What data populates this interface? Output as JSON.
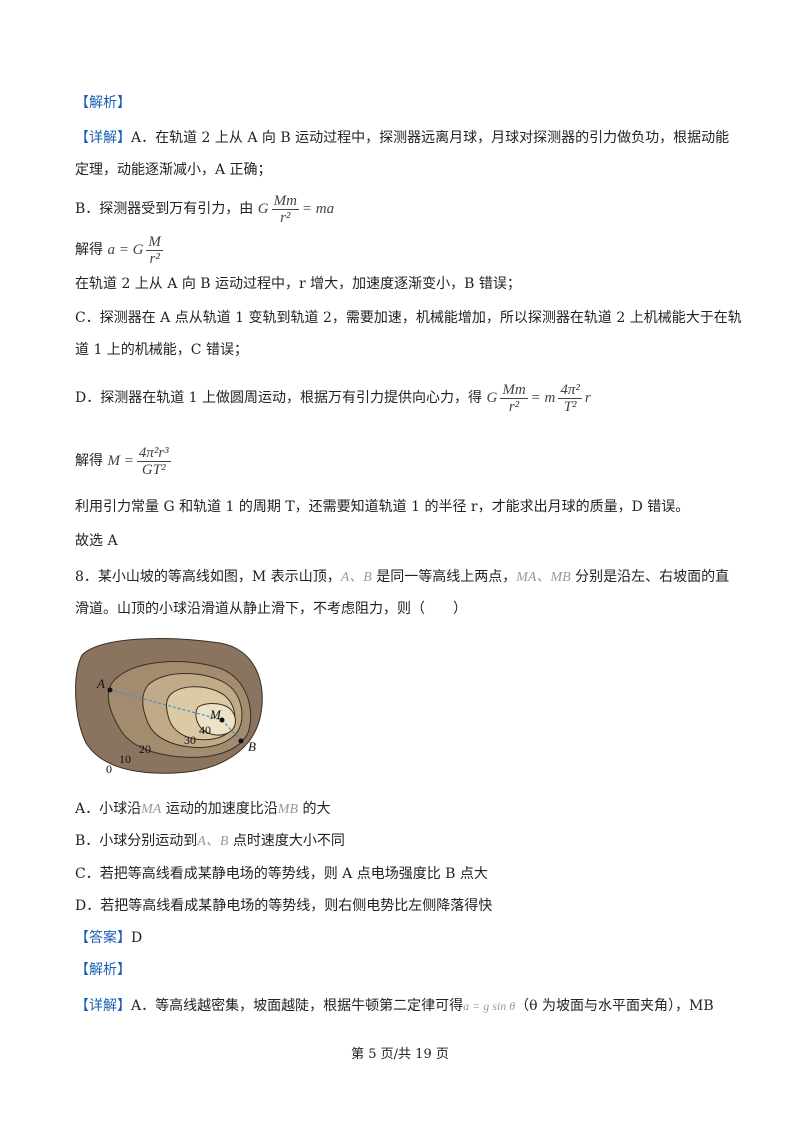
{
  "section1": {
    "jiexi_tag": "【解析】",
    "detail_tag": "【详解】",
    "a_line1": "A．在轨道 2 上从 A 向 B 运动过程中，探测器远离月球，月球对探测器的引力做负功，根据动能",
    "a_line2": "定理，动能逐渐减小，A 正确；",
    "b_prefix": "B．探测器受到万有引力，由",
    "b_eq": {
      "g": "G",
      "num": "Mm",
      "den": "r²",
      "rhs": "= ma"
    },
    "jiede1_prefix": "解得",
    "jiede1_eq": {
      "lhs": "a = G",
      "num": "M",
      "den": "r²"
    },
    "b_conclusion": "在轨道 2 上从 A 向 B 运动过程中，r 增大，加速度逐渐变小，B 错误；",
    "c_line1": "C．探测器在 A 点从轨道 1 变轨到轨道 2，需要加速，机械能增加，所以探测器在轨道 2 上机械能大于在轨",
    "c_line2": "道 1 上的机械能，C 错误；",
    "d_prefix": "D．探测器在轨道 1 上做圆周运动，根据万有引力提供向心力，得",
    "d_eq": {
      "g": "G",
      "num": "Mm",
      "den": "r²",
      "mid": "= m",
      "num2": "4π²",
      "den2": "T²",
      "tail": "r"
    },
    "jiede2_prefix": "解得",
    "jiede2_eq": {
      "lhs": "M =",
      "num": "4π²r³",
      "den": "GT²"
    },
    "d_conclusion": "利用引力常量 G 和轨道 1 的周期 T，还需要知道轨道 1 的半径 r，才能求出月球的质量，D 错误。",
    "answer": "故选 A"
  },
  "question8": {
    "stem1_a": "8．某小山坡的等高线如图，M 表示山顶，",
    "stem1_ab": "A、B",
    "stem1_b": " 是同一等高线上两点，",
    "stem1_mamb": "MA、MB",
    "stem1_c": " 分别是沿左、右坡面的直",
    "stem2": "滑道。山顶的小球沿滑道从静止滑下，不考虑阻力，则（　　）",
    "figure": {
      "label_A": "A",
      "label_B": "B",
      "label_M": "M",
      "contours": [
        "0",
        "10",
        "20",
        "30",
        "40"
      ],
      "colors": [
        "#8a7460",
        "#a38b70",
        "#c0aa88",
        "#dccaa5",
        "#ece2c8"
      ]
    },
    "option_a_1": "A．小球沿",
    "option_a_ma": "MA",
    "option_a_2": " 运动的加速度比沿",
    "option_a_mb": "MB",
    "option_a_3": " 的大",
    "option_b_1": "B．小球分别运动到",
    "option_b_ab": "A、B",
    "option_b_2": " 点时速度大小不同",
    "option_c": "C．若把等高线看成某静电场的等势线，则 A 点电场强度比 B 点大",
    "option_d": "D．若把等高线看成某静电场的等势线，则右侧电势比左侧降落得快",
    "answer_tag": "【答案】",
    "answer_val": "D",
    "jiexi_tag": "【解析】",
    "detail_tag": "【详解】",
    "detail_1": "A．等高线越密集，坡面越陡，根据牛顿第二定律可得",
    "detail_eq": "a = g sin θ",
    "detail_2": "（θ 为坡面与水平面夹角），MB"
  },
  "footer": "第 5 页/共 19 页"
}
